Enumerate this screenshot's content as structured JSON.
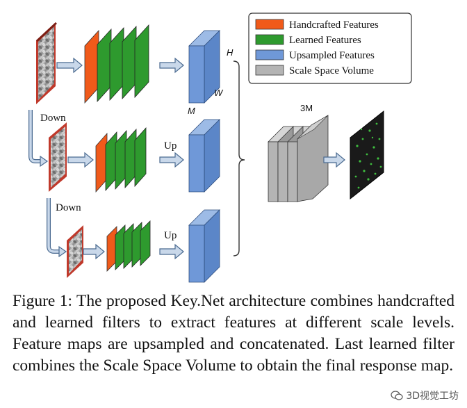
{
  "legend": {
    "handcrafted": "Handcrafted Features",
    "learned": "Learned Features",
    "upsampled": "Upsampled Features",
    "scale_space": "Scale Space Volume"
  },
  "labels": {
    "down_1": "Down",
    "down_2": "Down",
    "up_1": "Up",
    "up_2": "Up",
    "dim_h": "H",
    "dim_w": "W",
    "dim_m": "M",
    "dim_3m": "3M"
  },
  "caption": "Figure 1: The proposed Key.Net architecture combines handcrafted and learned filters to extract features at different scale levels. Feature maps are upsampled and concatenated. Last learned filter combines the Scale Space Volume to obtain the final response map.",
  "watermark": "3D视觉工坊",
  "colors": {
    "handcrafted": "#f05a1a",
    "learned": "#2e9a2e",
    "upsampled": "#6f98d8",
    "scale_space": "#b4b4b4",
    "arrow_fill": "#c9d8ea",
    "arrow_stroke": "#4a6a90"
  }
}
